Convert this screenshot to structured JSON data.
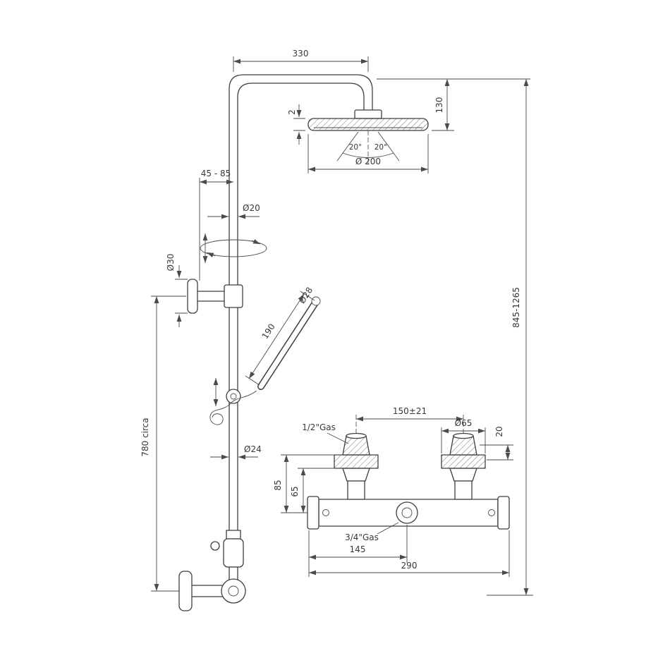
{
  "colors": {
    "line": "#3e3e3e",
    "background": "#ffffff"
  },
  "diagram": {
    "type": "technical-drawing",
    "subject": "thermostatic shower column dimensional drawing",
    "labels": {
      "arm_length": "330",
      "head_drop": "130",
      "head_thickness": "2",
      "spray_angle_left": "20°",
      "spray_angle_right": "20°",
      "head_diameter": "Ø 200",
      "wall_offset": "45 - 85",
      "riser_diameter": "Ø20",
      "bracket_diameter": "Ø30",
      "handset_diameter": "Ø28",
      "handset_length": "190",
      "riser_height": "780 circa",
      "overall_height": "845-1265",
      "handle_spacing": "150±21",
      "handle_diameter": "Ø65",
      "handle_height": "20",
      "inlet_thread": "1/2\"Gas",
      "bottom_riser_diameter": "Ø24",
      "body_height_outer": "85",
      "body_height_inner": "65",
      "outlet_thread": "3/4\"Gas",
      "outlet_offset": "145",
      "body_width": "290"
    }
  }
}
